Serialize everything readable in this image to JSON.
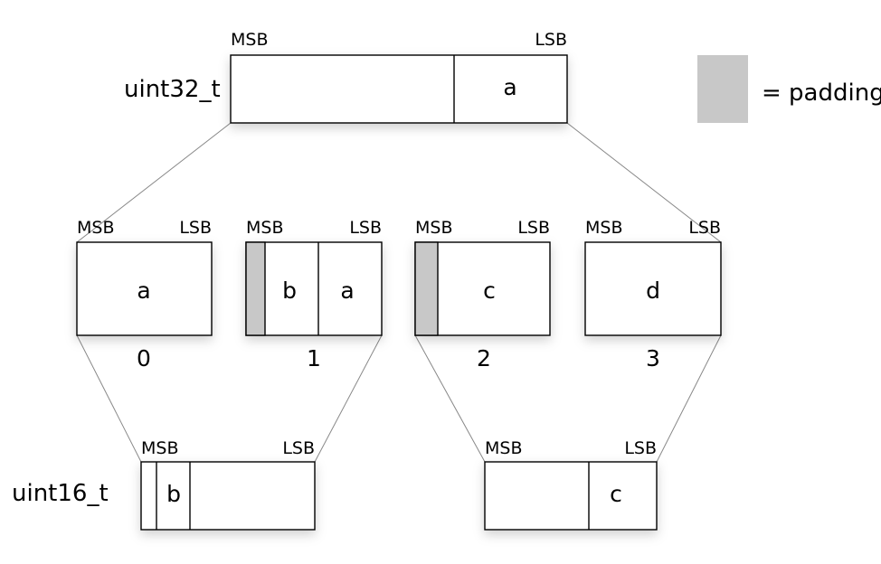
{
  "msb": "MSB",
  "lsb": "LSB",
  "legend": {
    "text": "= padding",
    "color": "#c8c8c8"
  },
  "top": {
    "type": "uint32_t",
    "cell": "a"
  },
  "bytes": [
    {
      "index": "0",
      "cells": [
        "a"
      ]
    },
    {
      "index": "1",
      "cells": [
        "b",
        "a"
      ]
    },
    {
      "index": "2",
      "cells": [
        "c"
      ]
    },
    {
      "index": "3",
      "cells": [
        "d"
      ]
    }
  ],
  "bottom": {
    "type": "uint16_t",
    "left": {
      "cell": "b"
    },
    "right": {
      "cell": "c"
    }
  }
}
